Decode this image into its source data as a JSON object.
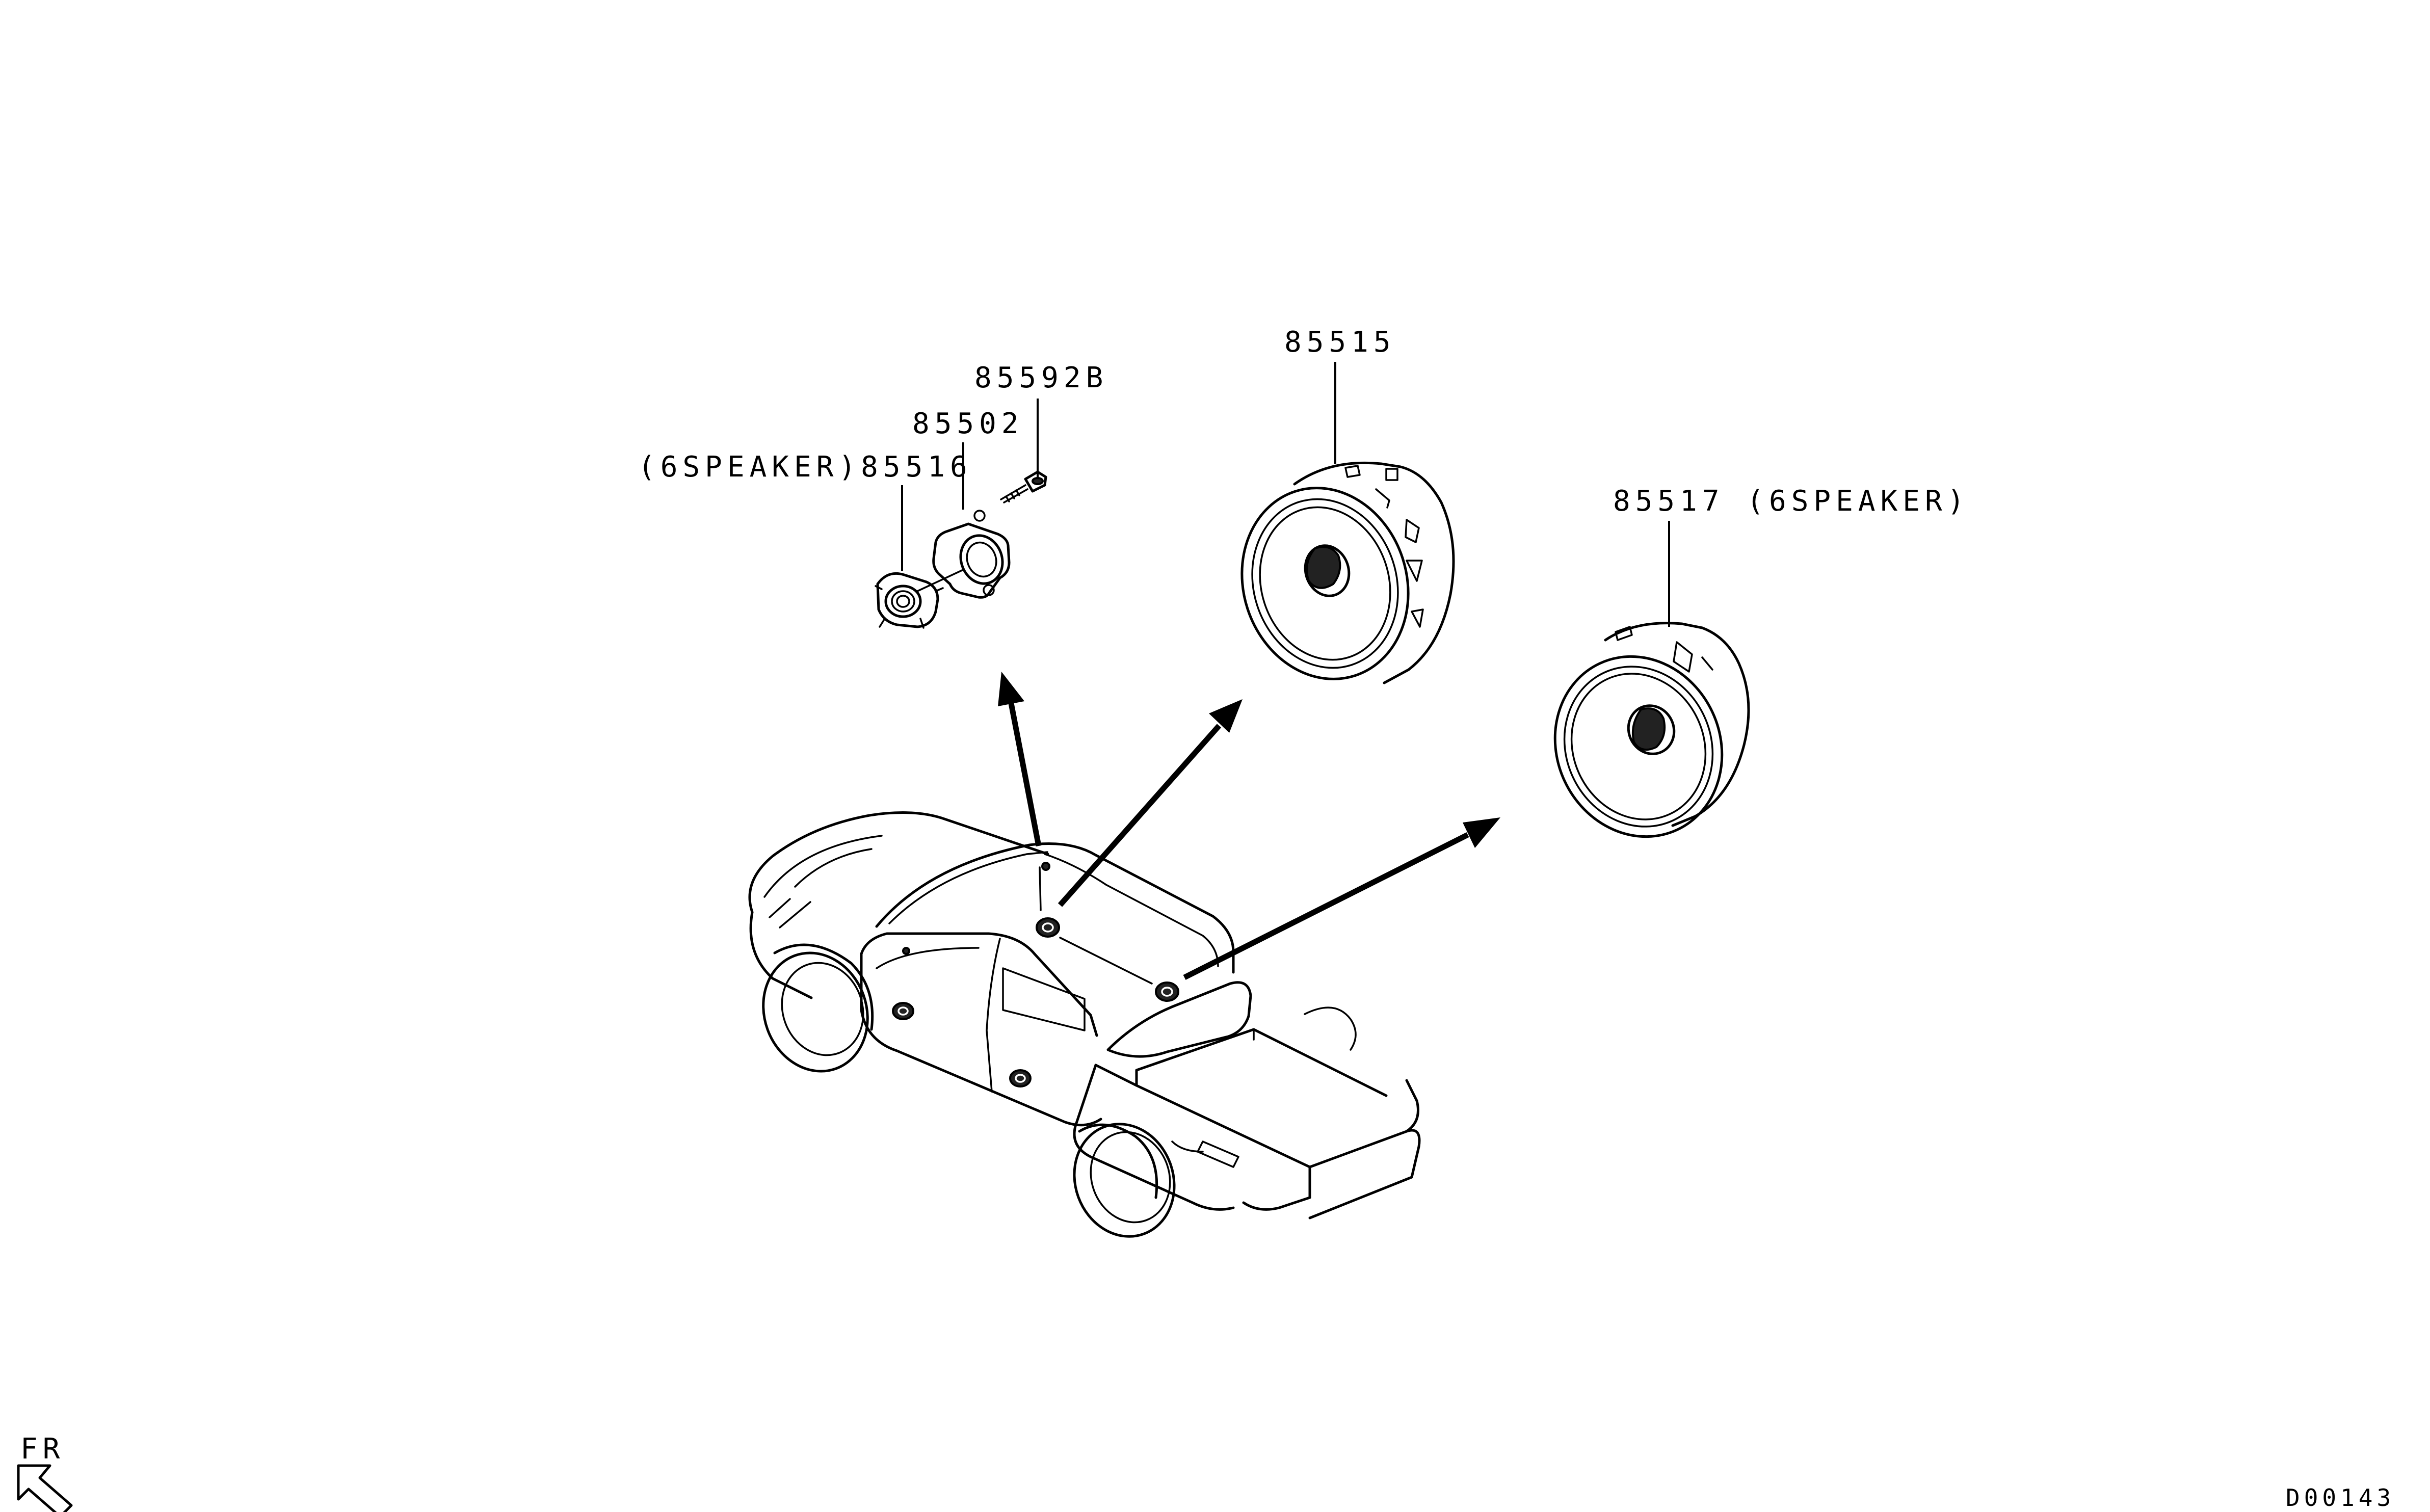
{
  "labels": {
    "part_85592b": "85592B",
    "part_85502": "85502",
    "part_85516": "(6SPEAKER)85516",
    "part_85515": "85515",
    "part_85517": "85517 (6SPEAKER)",
    "direction": "FR",
    "diagram_code": "D00143"
  }
}
